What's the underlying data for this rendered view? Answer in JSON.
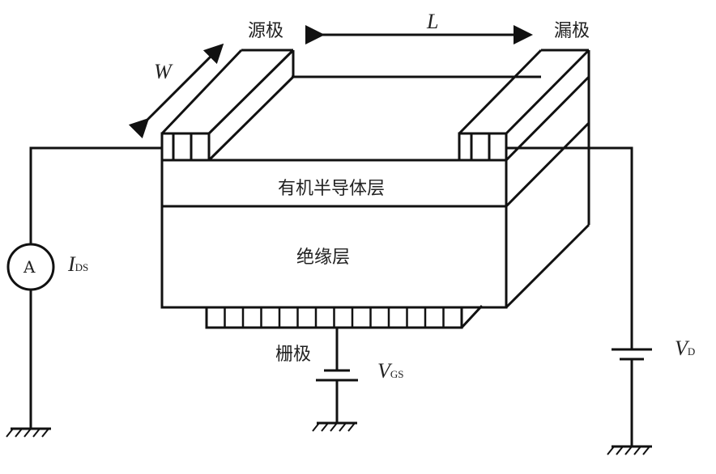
{
  "labels": {
    "source": "源极",
    "drain": "漏极",
    "gate": "栅极",
    "length": "L",
    "width": "W",
    "semiconductor_layer": "有机半导体层",
    "insulator_layer": "绝缘层",
    "ammeter": "A",
    "current_symbol": "I",
    "current_sub": "DS",
    "vgs_symbol": "V",
    "vgs_sub": "GS",
    "vd_symbol": "V",
    "vd_sub": "D"
  }
}
